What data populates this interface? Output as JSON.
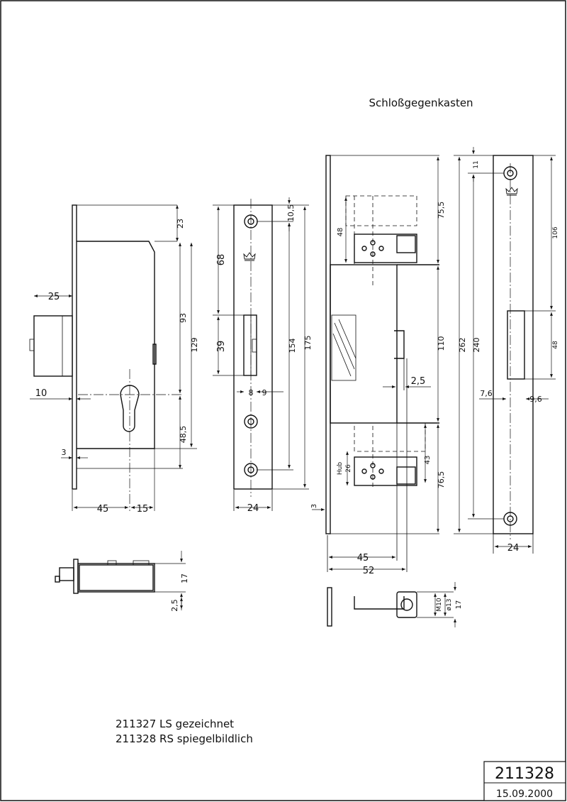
{
  "header": {
    "title": "Schloßgegenkasten"
  },
  "notes": {
    "line1": "211327 LS gezeichnet",
    "line2": "211328 RS spiegelbildlich"
  },
  "title_block": {
    "number": "211328",
    "date": "15.09.2000"
  },
  "views": {
    "lock_side": {
      "dims": [
        "25",
        "10",
        "3",
        "45",
        "15",
        "23",
        "93",
        "129",
        "48,5",
        "17",
        "2,5"
      ]
    },
    "faceplate": {
      "dims": [
        "10,5",
        "68",
        "39",
        "154",
        "175",
        "8",
        "9",
        "24"
      ]
    },
    "strike_box": {
      "dims": [
        "75,5",
        "48",
        "110",
        "2,5",
        "43",
        "Hub",
        "26",
        "76,5",
        "3",
        "45",
        "52",
        "M10",
        "ø13",
        "17"
      ]
    },
    "strike_plate": {
      "dims": [
        "11",
        "106",
        "262",
        "240",
        "48",
        "7,6",
        "9,6",
        "24"
      ]
    }
  }
}
